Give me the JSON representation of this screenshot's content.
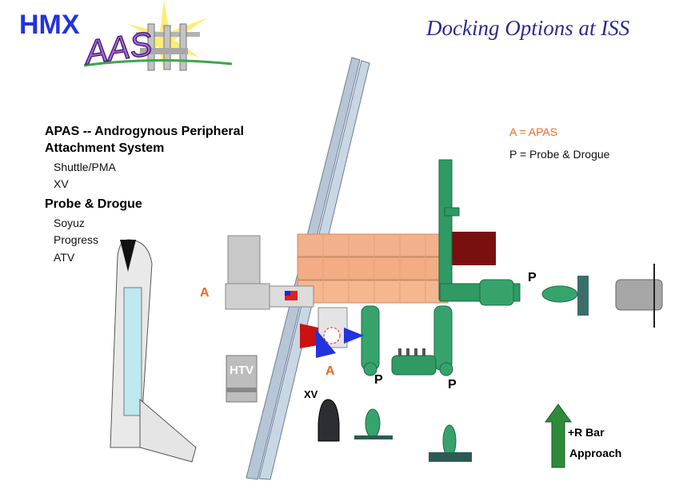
{
  "header": {
    "logo_hmx": "HMX",
    "logo_aas": "AAS",
    "title": "Docking Options at ISS"
  },
  "apas": {
    "heading_line1": "APAS -- Androgynous Peripheral",
    "heading_line2": "Attachment System",
    "items": [
      "Shuttle/PMA",
      "XV"
    ]
  },
  "probe": {
    "heading": "Probe & Drogue",
    "items": [
      "Soyuz",
      "Progress",
      "ATV"
    ]
  },
  "legend": {
    "apas": "A = APAS",
    "probe": "P = Probe & Drogue"
  },
  "markers": {
    "a_left": "A",
    "a_bottom": "A",
    "p_right": "P",
    "p_lower_left": "P",
    "p_lower_right": "P"
  },
  "vehicles": {
    "htv": "HTV",
    "xv": "XV"
  },
  "approach": {
    "line1": "+R Bar",
    "line2": "Approach"
  },
  "colors": {
    "title": "#2b2b8f",
    "apas_marker": "#ee6a22",
    "solar_array": "#f2b08c",
    "module_green": "#2f9a63",
    "arrow_green": "#2e8b3a",
    "radiator": "#7a0f0f",
    "logo_blue": "#2233dd",
    "logo_red": "#dd2222",
    "logo_purple": "#7b2aa8"
  }
}
